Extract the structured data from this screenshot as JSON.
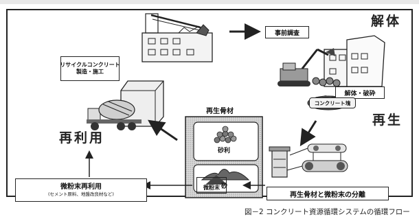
{
  "stages": {
    "demolition": "解体",
    "regeneration": "再生",
    "reuse": "再利用"
  },
  "boxes": {
    "pre_survey": "事前調査",
    "demolish_crush": "解体・破砕",
    "recycled_concrete_line1": "リサイクルコンクリート",
    "recycled_concrete_line2": "製造・施工",
    "concrete_lumps": "コンクリート塊",
    "separation": "再生骨材と微粉末の分離",
    "fine_powder": "微粉末",
    "powder_reuse_title": "微粉末再利用",
    "powder_reuse_note": "(セメント原料、地盤改良材など)"
  },
  "aggregate_panel": {
    "title": "再生骨材",
    "gravel": "砂利",
    "sand": "砂"
  },
  "caption": "図－2 コンクリート資源循環システムの循環フロー"
}
